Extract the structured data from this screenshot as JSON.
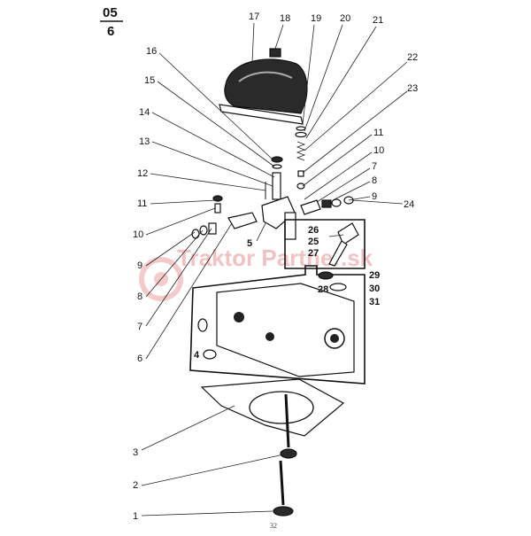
{
  "header": {
    "top": "05",
    "bottom": "6"
  },
  "page_number": "32",
  "watermark": "Traktor Partner.sk",
  "callouts": {
    "c1": "1",
    "c2": "2",
    "c3": "3",
    "c4": "4",
    "c5": "5",
    "c6": "6",
    "c7": "7",
    "c8": "8",
    "c9": "9",
    "c10": "10",
    "c11": "11",
    "c12": "12",
    "c13": "13",
    "c14": "14",
    "c15": "15",
    "c16": "16",
    "c17": "17",
    "c18": "18",
    "c19": "19",
    "c20": "20",
    "c21": "21",
    "c22": "22",
    "c23": "23",
    "c24": "24",
    "c25": "25",
    "c26": "26",
    "c27": "27",
    "c28": "28",
    "c29": "29",
    "c30": "30",
    "c31": "31",
    "c7r": "7",
    "c8r": "8",
    "c9r": "9",
    "c10r": "10",
    "c11r": "11"
  }
}
